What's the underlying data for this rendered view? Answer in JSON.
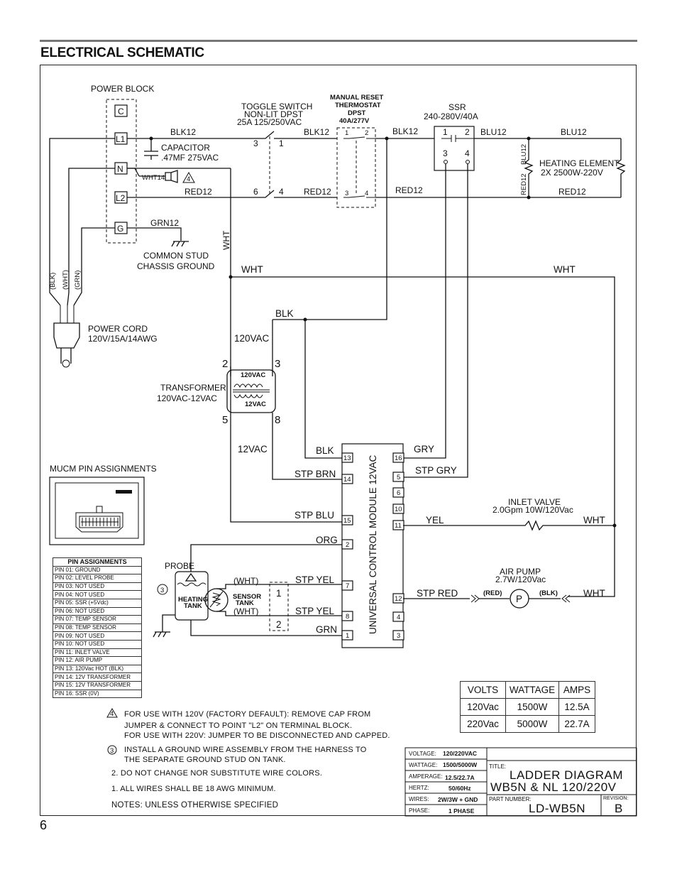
{
  "header": {
    "title": "ELECTRICAL SCHEMATIC",
    "page_number": "6"
  },
  "labels": {
    "power_block": "POWER BLOCK",
    "term_c": "C",
    "term_l1": "L1",
    "term_n": "N",
    "term_l2": "L2",
    "term_g": "G",
    "toggle_1": "TOGGLE SWITCH",
    "toggle_2": "NON-LIT DPST",
    "toggle_3": "25A 125/250VAC",
    "thermo_1": "MANUAL RESET",
    "thermo_2": "THERMOSTAT",
    "thermo_3": "DPST",
    "thermo_4": "40A/277V",
    "ssr_1": "SSR",
    "ssr_2": "240-280V/40A",
    "blk12_a": "BLK12",
    "blk12_b": "BLK12",
    "blk12_c": "BLK12",
    "blu12_a": "BLU12",
    "blu12_b": "BLU12",
    "blu12_v": "BLU12",
    "red12_a": "RED12",
    "red12_b": "RED12",
    "red12_c": "RED12",
    "red12_d": "RED12",
    "red12_v": "RED12",
    "cap_1": "CAPACITOR",
    "cap_2": ".47MF 275VAC",
    "wht14": "WHT14",
    "grn12": "GRN12",
    "stud_1": "COMMON STUD",
    "stud_2": "CHASSIS GROUND",
    "heat_1": "HEATING ELEMENT",
    "heat_2": "2X 2500W-220V",
    "wht_v": "WHT",
    "wht_a": "WHT",
    "wht_b": "WHT",
    "wht_c": "WHT",
    "wht_d": "WHT",
    "blk_cord": "(BLK)",
    "wht_cord": "(WHT)",
    "grn_cord": "(GRN)",
    "cord_1": "POWER CORD",
    "cord_2": "120V/15A/14AWG",
    "blk_a": "BLK",
    "blk_b": "BLK",
    "v120": "120VAC",
    "v12": "12VAC",
    "xf_1": "TRANSFORMER",
    "xf_2": "120VAC-12VAC",
    "xf_top": "120VAC",
    "xf_bot": "12VAC",
    "n2": "2",
    "n3": "3",
    "n5": "5",
    "n8": "8",
    "gry": "GRY",
    "stp_gry": "STP GRY",
    "stp_brn": "STP BRN",
    "stp_blu": "STP BLU",
    "org": "ORG",
    "stp_yel_a": "STP YEL",
    "stp_yel_b": "STP YEL",
    "grn": "GRN",
    "yel": "YEL",
    "stp_red": "STP RED",
    "inlet_1": "INLET VALVE",
    "inlet_2": "2.0Gpm 10W/120Vac",
    "pump_1": "AIR PUMP",
    "pump_2": "2.7W/120Vac",
    "red_p": "(RED)",
    "blk_p": "(BLK)",
    "pump_p": "P",
    "ucm": "UNIVERSAL CONTROL MODULE 12VAC",
    "pins": [
      "13",
      "14",
      "15",
      "2",
      "7",
      "8",
      "1",
      "16",
      "5",
      "6",
      "10",
      "11",
      "12",
      "4",
      "3"
    ],
    "mucm": "MUCM PIN ASSIGNMENTS",
    "probe": "PROBE",
    "tank_1": "HEATING",
    "tank_2": "TANK",
    "sensor_1": "SENSOR",
    "sensor_2": "TANK",
    "wht_s1": "(WHT)",
    "wht_s2": "(WHT)",
    "s1": "1",
    "s2": "2",
    "ssr_t1": "1",
    "ssr_t2": "2",
    "ssr_t3": "3",
    "ssr_t4": "4",
    "sw_3": "3",
    "sw_1": "1",
    "sw_6": "6",
    "sw_4": "4",
    "th_1": "1",
    "th_2": "2",
    "th_3": "3",
    "th_4": "4",
    "tri_note": "4",
    "circ_note": "3"
  },
  "pin_table": {
    "header": "PIN ASSIGNMENTS",
    "rows": [
      "PIN 01: GROUND",
      "PIN 02: LEVEL PROBE",
      "PIN 03: NOT USED",
      "PIN 04: NOT USED",
      "PIN 05: SSR (+5Vdc)",
      "PIN 06: NOT USED",
      "PIN 07: TEMP SENSOR",
      "PIN 08: TEMP SENSOR",
      "PIN 09: NOT USED",
      "PIN 10: NOT USED",
      "PIN 11: INLET VALVE",
      "PIN 12: AIR PUMP",
      "PIN 13: 120Vac HOT (BLK)",
      "PIN 14: 12V TRANSFORMER",
      "PIN 15: 12V TRANSFORMER",
      "PIN 16: SSR (0V)"
    ]
  },
  "spec_table": {
    "headers": [
      "VOLTS",
      "WATTAGE",
      "AMPS"
    ],
    "rows": [
      [
        "120Vac",
        "1500W",
        "12.5A"
      ],
      [
        "220Vac",
        "5000W",
        "22.7A"
      ]
    ]
  },
  "notes": {
    "n4_a": "FOR USE WITH 120V (FACTORY DEFAULT): REMOVE CAP FROM",
    "n4_b": "JUMPER & CONNECT TO POINT \"L2\" ON TERMINAL BLOCK.",
    "n4_c": "FOR USE WITH 220V: JUMPER TO BE DISCONNECTED AND CAPPED.",
    "n3_a": "INSTALL A GROUND WIRE ASSEMBLY FROM THE HARNESS TO",
    "n3_b": "THE SEPARATE GROUND STUD ON TANK.",
    "n2": "2. DO NOT CHANGE NOR SUBSTITUTE WIRE COLORS.",
    "n1": "1. ALL WIRES SHALL BE 18 AWG MINIMUM.",
    "footer": "NOTES: UNLESS OTHERWISE SPECIFIED"
  },
  "title_block": {
    "voltage_label": "VOLTAGE:",
    "voltage": "120/220VAC",
    "wattage_label": "WATTAGE:",
    "wattage": "1500/5000W",
    "amperage_label": "AMPERAGE:",
    "amperage": "12.5/22.7A",
    "hertz_label": "HERTZ:",
    "hertz": "50/60Hz",
    "wires_label": "WIRES:",
    "wires": "2W/3W + GND",
    "phase_label": "PHASE:",
    "phase": "1 PHASE",
    "title_label": "TITLE:",
    "title_1": "LADDER DIAGRAM",
    "title_2": "WB5N & NL 120/220V",
    "part_label": "PART NUMBER:",
    "part": "LD-WB5N",
    "rev_label": "REVISION:",
    "rev": "B"
  }
}
